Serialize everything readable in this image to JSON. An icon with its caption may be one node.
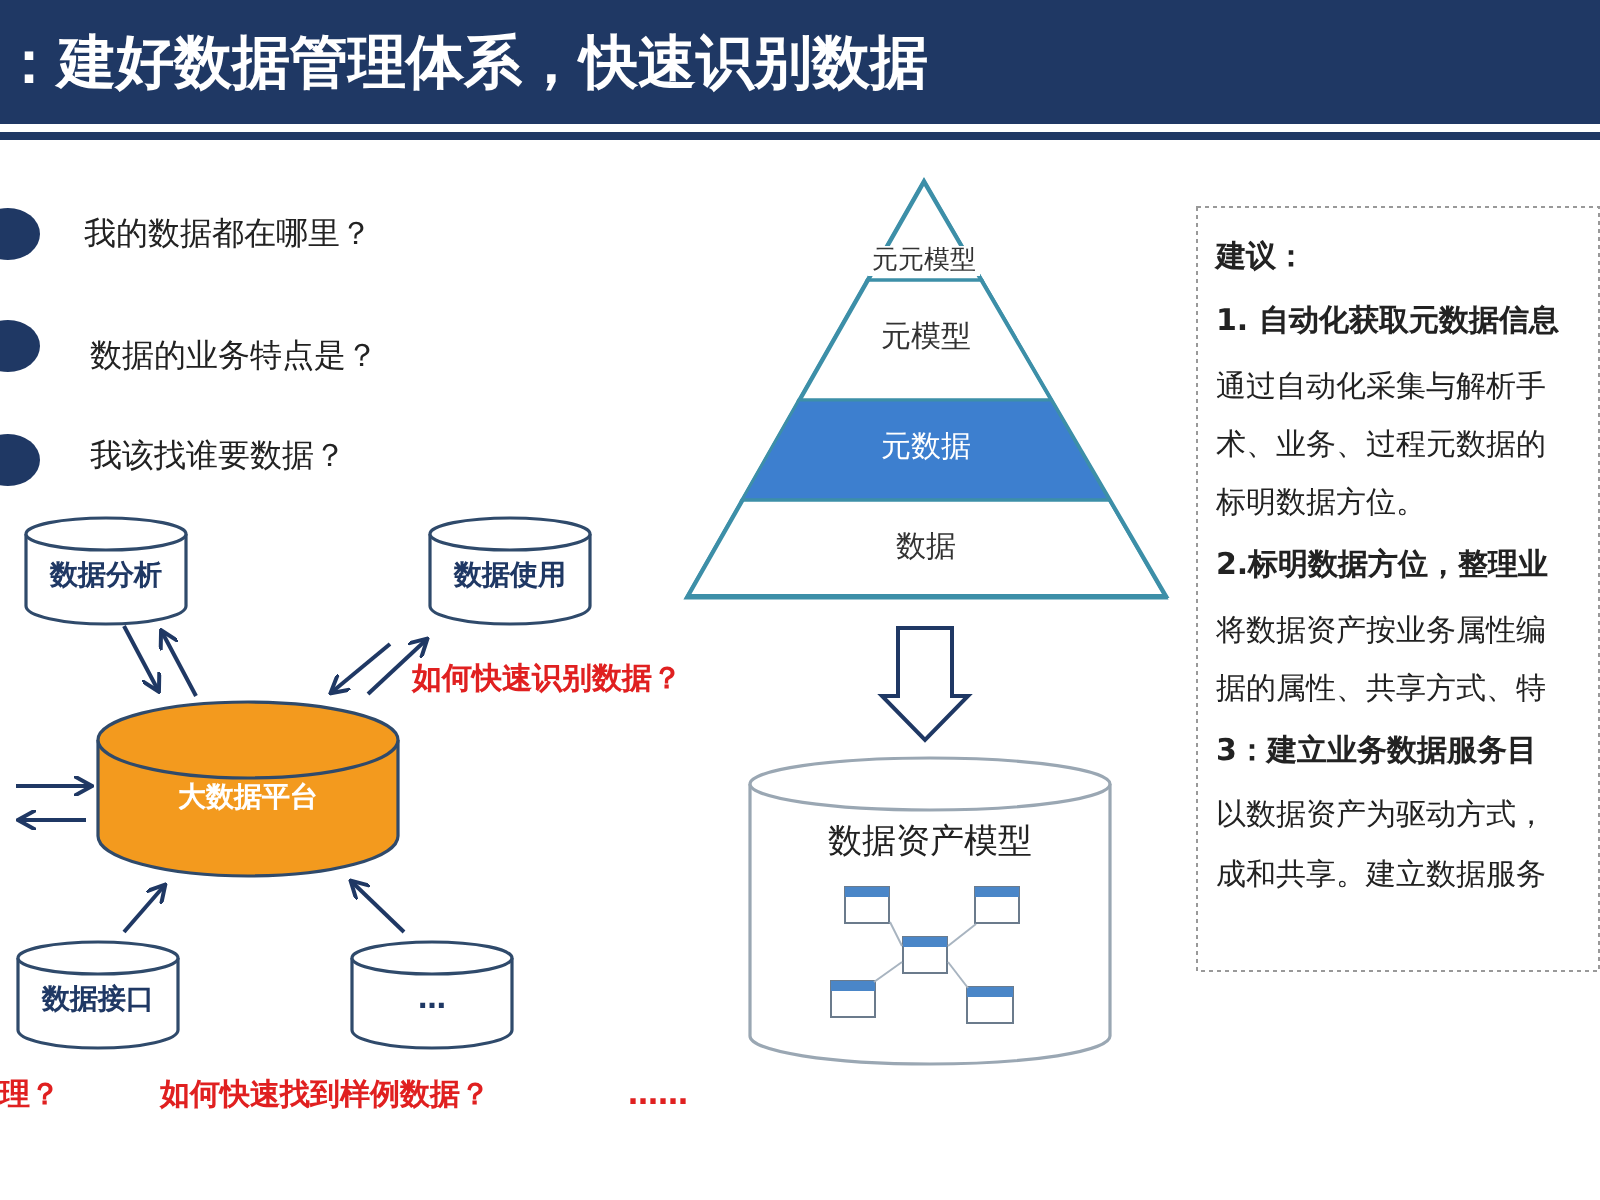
{
  "diagram": {
    "title": "：建好数据管理体系，快速识别数据",
    "nodes": [
      {
        "text": [
          "数据分析"
        ]
      },
      {
        "text": [
          "数据使用"
        ]
      },
      {
        "text": [
          "大数据平台"
        ]
      },
      {
        "text": [
          "数据接口"
        ]
      },
      {
        "text": [
          "…"
        ]
      },
      {
        "text": [],
        "shape": "triangle"
      },
      {
        "text": [
          "元元模型"
        ],
        "in": 5
      },
      {
        "text": [
          "元模型"
        ],
        "in": 5
      },
      {
        "text": [
          "元数据"
        ],
        "in": 5
      },
      {
        "text": [
          "数据"
        ],
        "in": 5
      },
      {
        "text": [
          "数据资产模型"
        ]
      },
      {
        "text": [],
        "shape": "box",
        "in": 10
      },
      {
        "text": [],
        "shape": "box",
        "in": 10
      },
      {
        "text": [],
        "shape": "box",
        "in": 10
      },
      {
        "text": [],
        "shape": "box",
        "in": 10
      },
      {
        "text": [],
        "shape": "box",
        "in": 10
      },
      {
        "text": [
          "建议：",
          "1. 自动化获取元数据信息",
          "通过自动化采集与解析手",
          "术、业务、过程元数据的",
          "标明数据方位。",
          "2.标明数据方位，整理业",
          "将数据资产按业务属性编",
          "据的属性、共享方式、特",
          "3：建立业务数据服务目",
          "以数据资产为驱动方式，",
          "成和共享。建立数据服务"
        ]
      }
    ],
    "edges": [
      {
        "from": 0,
        "to": 2,
        "arrow": "to"
      },
      {
        "from": 2,
        "to": 0,
        "arrow": "to"
      },
      {
        "from": 1,
        "to": 2,
        "arrow": "to"
      },
      {
        "from": 2,
        "to": 1,
        "arrow": "to"
      },
      {
        "from": null,
        "to": 2,
        "arrow": "to"
      },
      {
        "from": 2,
        "to": null,
        "arrow": "to"
      },
      {
        "from": 3,
        "to": 2,
        "arrow": "to"
      },
      {
        "from": 4,
        "to": 2,
        "arrow": "to"
      },
      {
        "from": 5,
        "to": 10,
        "arrow": "to"
      },
      {
        "from": 13,
        "to": 11,
        "arrow": "none",
        "color": "#a8b4c0"
      },
      {
        "from": 13,
        "to": 12,
        "arrow": "none",
        "color": "#a8b4c0"
      },
      {
        "from": 13,
        "to": 14,
        "arrow": "none",
        "color": "#a8b4c0"
      },
      {
        "from": 13,
        "to": 15,
        "arrow": "none",
        "color": "#a8b4c0"
      }
    ],
    "labels": [
      "我的数据都在哪里？",
      "数据的业务特点是？",
      "我该找谁要数据？",
      "如何快速识别数据？",
      "理？",
      "如何快速找到样例数据？",
      "……"
    ]
  }
}
